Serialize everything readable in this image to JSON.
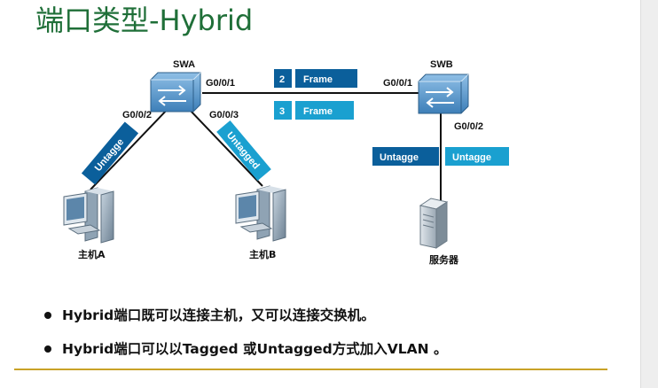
{
  "title": "端口类型-Hybrid",
  "nodes": {
    "swa": {
      "label": "SWA"
    },
    "swb": {
      "label": "SWB"
    },
    "host_a": {
      "label": "主机A"
    },
    "host_b": {
      "label": "主机B"
    },
    "server": {
      "label": "服务器"
    }
  },
  "ports": {
    "swa_g001": "G0/0/1",
    "swa_g002": "G0/0/2",
    "swa_g003": "G0/0/3",
    "swb_g001": "G0/0/1",
    "swb_g002": "G0/0/2"
  },
  "frames": [
    {
      "vlan": "2",
      "label": "Frame"
    },
    {
      "vlan": "3",
      "label": "Frame"
    }
  ],
  "tags": {
    "host_a": "Untagge",
    "host_b": "Untagged",
    "server_left": "Untagge",
    "server_right": "Untagge"
  },
  "colors": {
    "title": "#1f6f38",
    "dark_blue": "#0b5f9b",
    "light_blue": "#1aa0d0",
    "rule": "#c9a227"
  },
  "bullets": [
    "Hybrid端口既可以连接主机，又可以连接交换机。",
    "Hybrid端口可以以Tagged 或Untagged方式加入VLAN 。"
  ]
}
